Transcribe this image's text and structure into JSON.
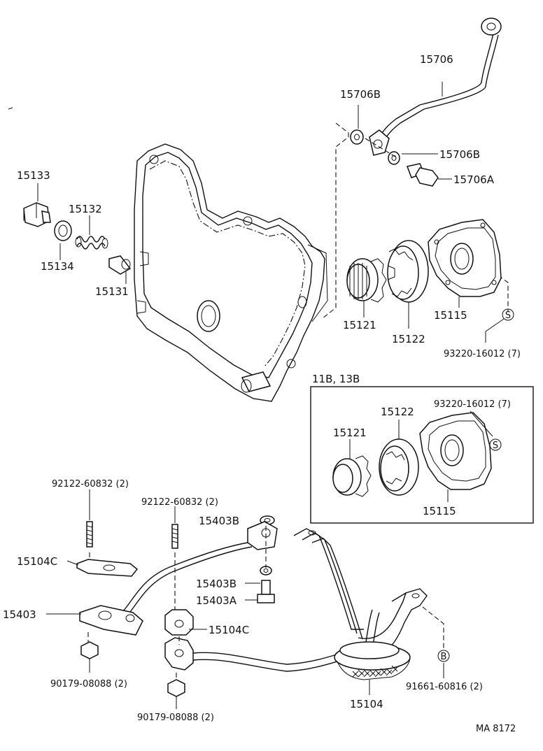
{
  "labels": {
    "p15706": "15706",
    "p15706B_top": "15706B",
    "p15706B_mid": "15706B",
    "p15706A": "15706A",
    "p15133": "15133",
    "p15132": "15132",
    "p15134": "15134",
    "p15131": "15131",
    "p15121_top": "15121",
    "p15122_top": "15122",
    "p15115_top": "15115",
    "s93220_top": "93220-16012 (7)",
    "inset_title": "11B, 13B",
    "p15121_inset": "15121",
    "p15122_inset": "15122",
    "s93220_inset": "93220-16012 (7)",
    "p15115_inset": "15115",
    "s92122_left": "92122-60832 (2)",
    "s92122_mid": "92122-60832 (2)",
    "p15403B_top": "15403B",
    "p15104C_left": "15104C",
    "p15403B_mid": "15403B",
    "p15403A": "15403A",
    "p15403": "15403",
    "p15104C_mid": "15104C",
    "s90179_left": "90179-08088 (2)",
    "s90179_bottom": "90179-08088 (2)",
    "s91661": "91661-60816 (2)",
    "p15104": "15104",
    "ref": "MA 8172",
    "sym_s_top": "S",
    "sym_s_inset": "S",
    "sym_b": "B"
  }
}
